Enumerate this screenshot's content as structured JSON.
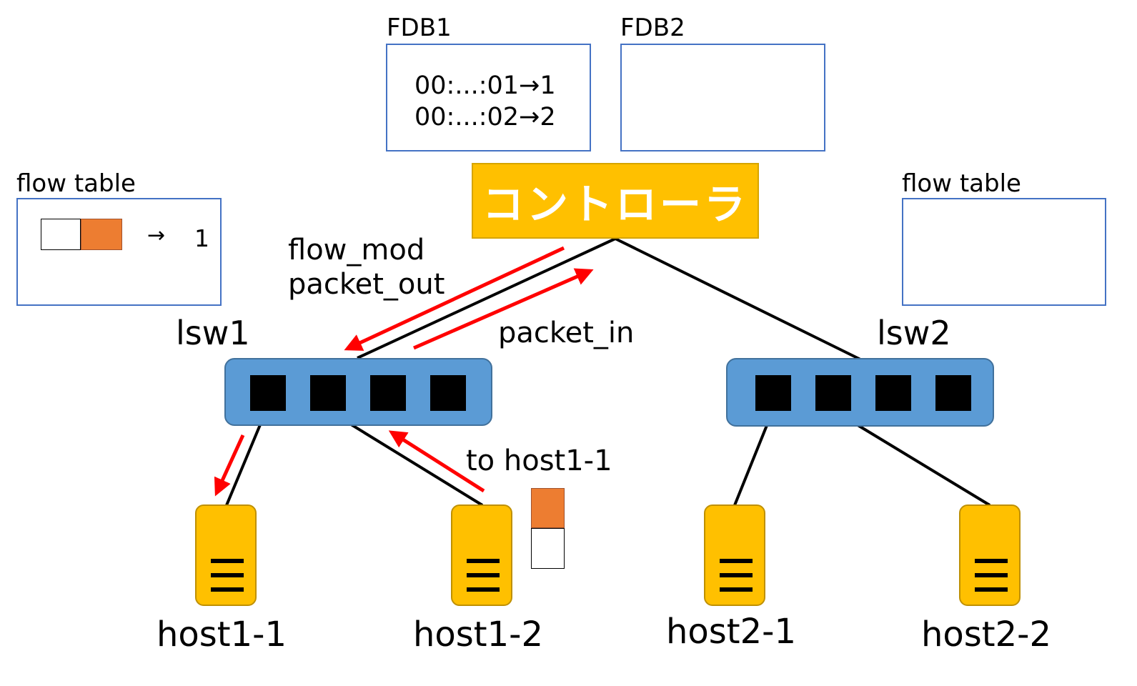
{
  "fdb1": {
    "title": "FDB1",
    "entries": [
      "00:...:01→1",
      "00:...:02→2"
    ]
  },
  "fdb2": {
    "title": "FDB2"
  },
  "controller": {
    "label": "コントローラ"
  },
  "flow_table_left": {
    "title": "flow table",
    "arrow": "→",
    "port": "1"
  },
  "flow_table_right": {
    "title": "flow table"
  },
  "messages": {
    "flow_mod": "flow_mod",
    "packet_out": "packet_out",
    "packet_in": "packet_in",
    "to_host": "to host1-1"
  },
  "switches": [
    "lsw1",
    "lsw2"
  ],
  "hosts": [
    "host1-1",
    "host1-2",
    "host2-1",
    "host2-2"
  ],
  "colors": {
    "switch": "#5b9bd5",
    "host": "#ffc000",
    "packet": "#ed7d31",
    "arrow": "#ff0000",
    "box_border": "#4472c4"
  }
}
